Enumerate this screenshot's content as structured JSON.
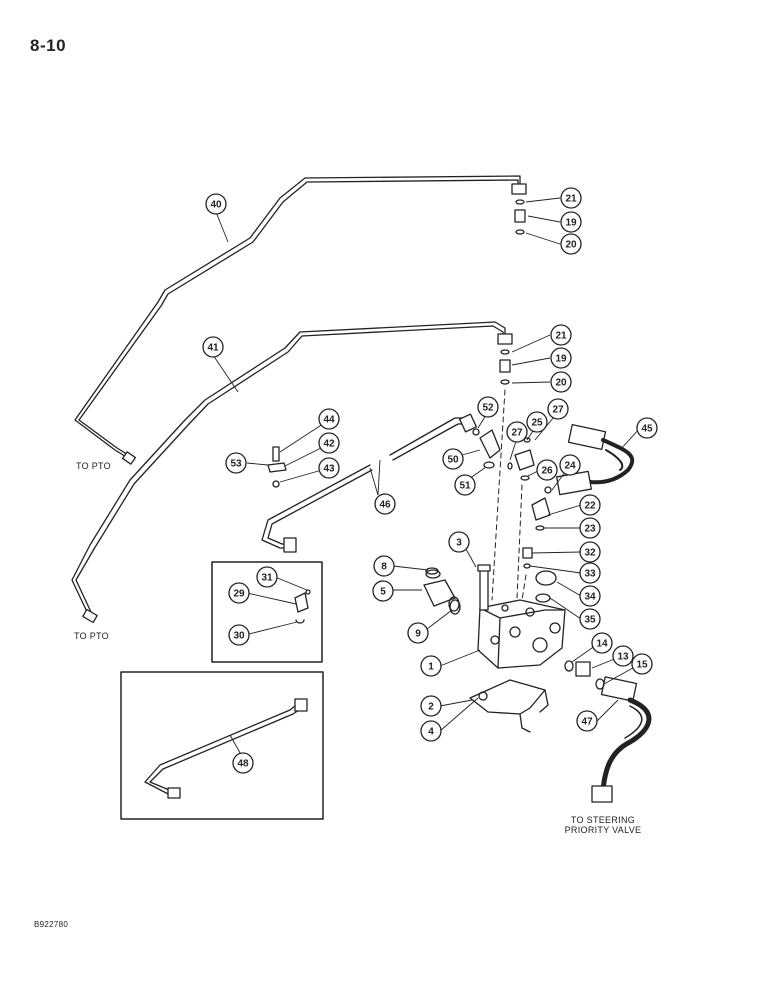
{
  "page_number": "8-10",
  "document_code": "B922780",
  "labels": {
    "to_pto_upper": "TO PTO",
    "to_pto_lower": "TO PTO",
    "to_steering_line1": "TO STEERING",
    "to_steering_line2": "PRIORITY VALVE"
  },
  "callouts": [
    "40",
    "21",
    "19",
    "20",
    "41",
    "21",
    "19",
    "20",
    "52",
    "27",
    "25",
    "27",
    "45",
    "44",
    "42",
    "53",
    "43",
    "50",
    "51",
    "26",
    "24",
    "46",
    "22",
    "23",
    "3",
    "32",
    "8",
    "31",
    "33",
    "5",
    "29",
    "34",
    "9",
    "35",
    "30",
    "1",
    "14",
    "13",
    "15",
    "2",
    "4",
    "47",
    "48"
  ]
}
